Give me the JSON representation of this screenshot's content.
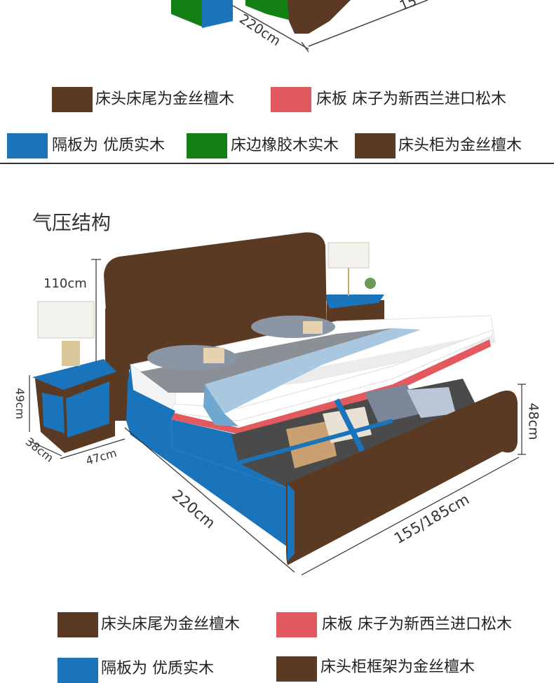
{
  "colors": {
    "walnut": "#5a3a22",
    "pine_red": "#e35a5e",
    "blue": "#1a74bb",
    "green": "#128015"
  },
  "top": {
    "dimension": "220cm",
    "dimension_partial": "15",
    "legend": [
      {
        "label": "床头床尾为金丝檀木",
        "color": "walnut"
      },
      {
        "label": "床板 床子为新西兰进口松木",
        "color": "pine_red"
      },
      {
        "label": "隔板为 优质实木",
        "color": "blue"
      },
      {
        "label": "床边橡胶木实木",
        "color": "green"
      },
      {
        "label": "床头柜为金丝檀木",
        "color": "walnut"
      }
    ]
  },
  "bottom": {
    "title": "气压结构",
    "dims": {
      "headboard_height": "110cm",
      "nightstand_height": "49cm",
      "nightstand_depth": "38cm",
      "nightstand_width": "47cm",
      "bed_length": "220cm",
      "bed_width": "155/185cm",
      "footboard_height": "48cm"
    },
    "legend": [
      {
        "label": "床头床尾为金丝檀木",
        "color": "walnut"
      },
      {
        "label": "床板 床子为新西兰进口松木",
        "color": "pine_red"
      },
      {
        "label": "隔板为 优质实木",
        "color": "blue"
      },
      {
        "label": "床头柜框架为金丝檀木",
        "color": "walnut"
      }
    ]
  }
}
